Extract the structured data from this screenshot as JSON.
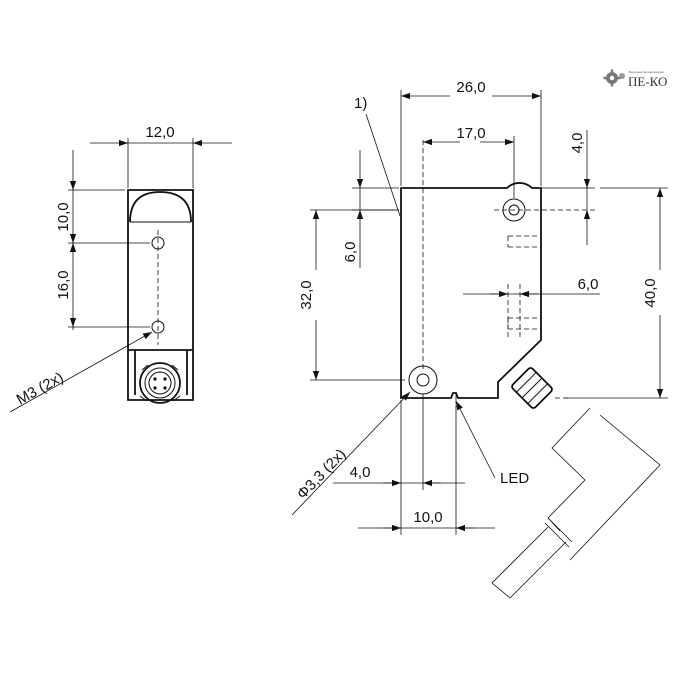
{
  "logo": {
    "text": "ПЕ-КО",
    "tagline": "Вершина Автоматизации"
  },
  "note_marker": "1)",
  "left_view": {
    "width": "12,0",
    "top_offset": "10,0",
    "hole_spacing": "16,0",
    "thread": "M3 (2x)"
  },
  "right_view": {
    "width": "26,0",
    "inner_width": "17,0",
    "top_hole_offset": "4,0",
    "height": "40,0",
    "hole_spacing_v": "32,0",
    "top_step": "6,0",
    "slot_width": "6,0",
    "hole_diameter": "Φ3,3 (2x)",
    "bottom_offset": "4,0",
    "bottom_width": "10,0",
    "led_label": "LED"
  }
}
